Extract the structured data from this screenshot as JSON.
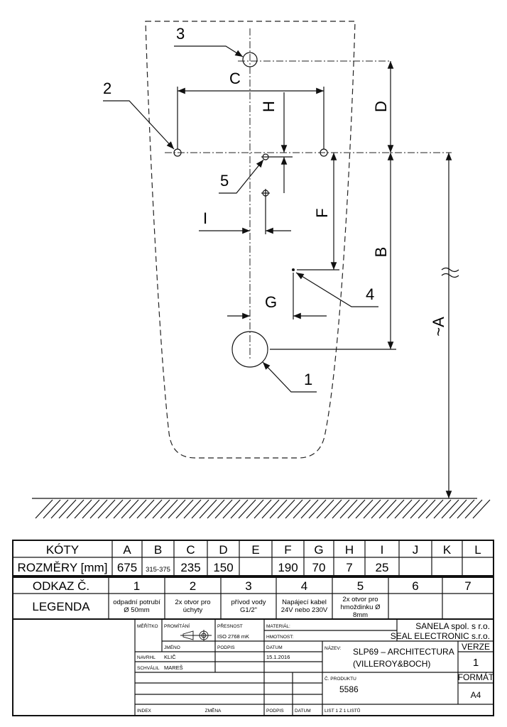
{
  "drawing": {
    "dimension_labels": {
      "C": "C",
      "H": "H",
      "D": "D",
      "B": "B",
      "F": "F",
      "I": "I",
      "G": "G",
      "A": "~A"
    },
    "callouts": [
      "1",
      "2",
      "3",
      "4",
      "5"
    ]
  },
  "dims_table": {
    "header_label": "KÓTY",
    "values_label": "ROZMĚRY [mm]",
    "columns": [
      "A",
      "B",
      "C",
      "D",
      "E",
      "F",
      "G",
      "H",
      "I",
      "J",
      "K",
      "L"
    ],
    "values": [
      "675",
      "315-375",
      "235",
      "150",
      "",
      "190",
      "70",
      "7",
      "25",
      "",
      "",
      ""
    ]
  },
  "legend_table": {
    "header_label": "ODKAZ Č.",
    "legend_label": "LEGENDA",
    "numbers": [
      "1",
      "2",
      "3",
      "4",
      "5",
      "6",
      "7"
    ],
    "items": [
      [
        "odpadní potrubí",
        "Ø 50mm"
      ],
      [
        "2x otvor pro",
        "úchyty"
      ],
      [
        "přívod vody",
        "G1/2\""
      ],
      [
        "Napájecí kabel",
        "24V nebo 230V"
      ],
      [
        "2x otvor pro",
        "hmoždinku Ø",
        "8mm"
      ],
      [
        ""
      ],
      [
        ""
      ]
    ]
  },
  "title_block": {
    "meritko": "MĚŘÍTKO",
    "promitani": "PROMÍTÁNÍ",
    "presnost": "PŘESNOST",
    "presnost_value": "ISO 2768 mK",
    "material": "MATERIÁL:",
    "hmotnost": "HMOTNOST:",
    "company1": "SANELA spol. s r.o.",
    "company2": "SEAL ELECTRONIC s.r.o.",
    "jmeno": "JMÉNO",
    "podpis": "PODPIS",
    "datum": "DATUM",
    "navrhl": "NAVRHL",
    "navrhl_name": "KLIČ",
    "navrhl_date": "15.1.2016",
    "schvalil": "SCHVÁLIL",
    "schvalil_name": "MAREŠ",
    "nazev": "NÁZEV:",
    "title1": "SLP69 – ARCHITECTURA",
    "title2": "(VILLEROY&BOCH)",
    "verze": "VERZE",
    "verze_value": "1",
    "produkt": "Č. PRODUKTU",
    "produkt_value": "5586",
    "format": "FORMÁT",
    "format_value": "A4",
    "index": "INDEX",
    "zmena": "ZMĚNA",
    "podpis2": "PODPIS",
    "datum2": "DATUM",
    "list": "LIST 1 Z 1 LISTŮ"
  }
}
